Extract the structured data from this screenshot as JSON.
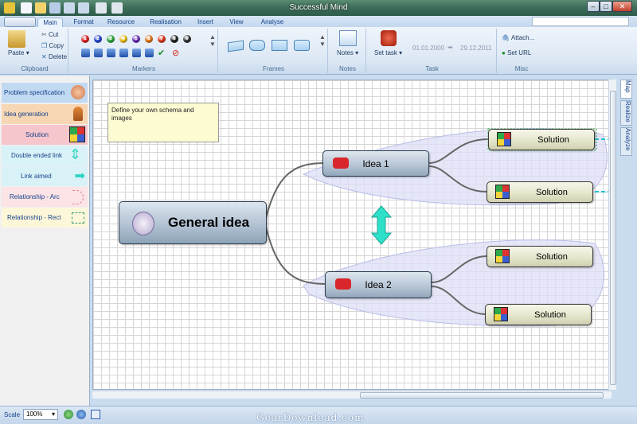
{
  "window": {
    "title": "Successful Mind"
  },
  "tabs": [
    "Main",
    "Format",
    "Resource",
    "Realisation",
    "Insert",
    "View",
    "Analyse"
  ],
  "ribbon": {
    "clipboard": {
      "label": "Clipboard",
      "paste": "Paste",
      "cut": "Cut",
      "copy": "Copy",
      "delete": "Delete"
    },
    "markers": {
      "label": "Markers",
      "numbers": [
        "1",
        "2",
        "3",
        "4",
        "5",
        "6",
        "7",
        "8",
        "9"
      ]
    },
    "frames": {
      "label": "Frames"
    },
    "notes": {
      "label": "Notes",
      "button": "Notes"
    },
    "task": {
      "label": "Task",
      "set_task": "Set task",
      "start_date": "01.01.2000",
      "end_date": "29.12.2011"
    },
    "misc": {
      "label": "Misc",
      "attach": "Attach...",
      "set_url": "Set URL"
    }
  },
  "palette": [
    {
      "label": "Problem specification",
      "color": "#c2d9f2",
      "icon": "brain-icon"
    },
    {
      "label": "Idea generation",
      "color": "#f7d7b3",
      "icon": "person-icon"
    },
    {
      "label": "Solution",
      "color": "#f7c6cc",
      "icon": "rubiks-cube-icon"
    },
    {
      "label": "Double ended link",
      "color": "#d9f2f7",
      "icon": "double-arrow-icon"
    },
    {
      "label": "Link aimed",
      "color": "#d9f2f7",
      "icon": "arrow-right-icon"
    },
    {
      "label": "Relationship - Arc",
      "color": "#fbe3e6",
      "icon": "arc-icon"
    },
    {
      "label": "Relationship - Rect",
      "color": "#fdf7d9",
      "icon": "rect-dashed-icon"
    }
  ],
  "canvas": {
    "note": "Define your own schema and images",
    "main_node": "General idea",
    "ideas": [
      "Idea 1",
      "Idea 2"
    ],
    "solutions": [
      "Solution",
      "Solution",
      "Solution",
      "Solution"
    ]
  },
  "side_tabs": [
    "Map",
    "Realize",
    "Analyze"
  ],
  "status": {
    "scale_label": "Scale",
    "scale_value": "100%",
    "watermark": "GearDownload.com"
  }
}
